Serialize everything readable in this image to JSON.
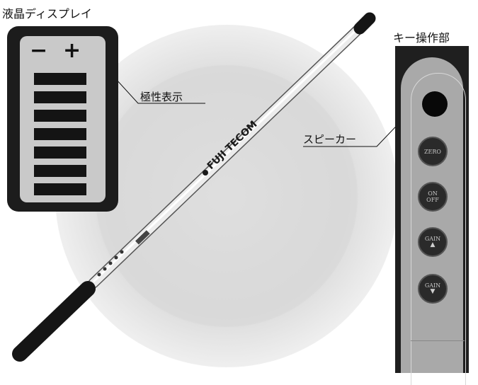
{
  "labels": {
    "lcd_display": "液晶ディスプレイ",
    "key_operation": "キー操作部",
    "polarity_display": "極性表示",
    "speaker": "スピーカー"
  },
  "lcd": {
    "minus": "−",
    "plus": "+",
    "segment_count": 7
  },
  "rod": {
    "brand": "FUJI TECOM"
  },
  "keys": [
    {
      "name": "zero",
      "line1": "ZERO",
      "line2": ""
    },
    {
      "name": "on-off",
      "line1": "ON",
      "line2": "OFF"
    },
    {
      "name": "gain-up",
      "line1": "GAIN",
      "line2": "▲"
    },
    {
      "name": "gain-down",
      "line1": "GAIN",
      "line2": "▼"
    }
  ],
  "colors": {
    "background": "#ffffff",
    "halo": "#d9d9d9",
    "lcd_frame": "#1c1c1c",
    "lcd_screen": "#c9c9c9",
    "panel_dark": "#1f1f1f",
    "panel_face": "#a9a9a9"
  }
}
